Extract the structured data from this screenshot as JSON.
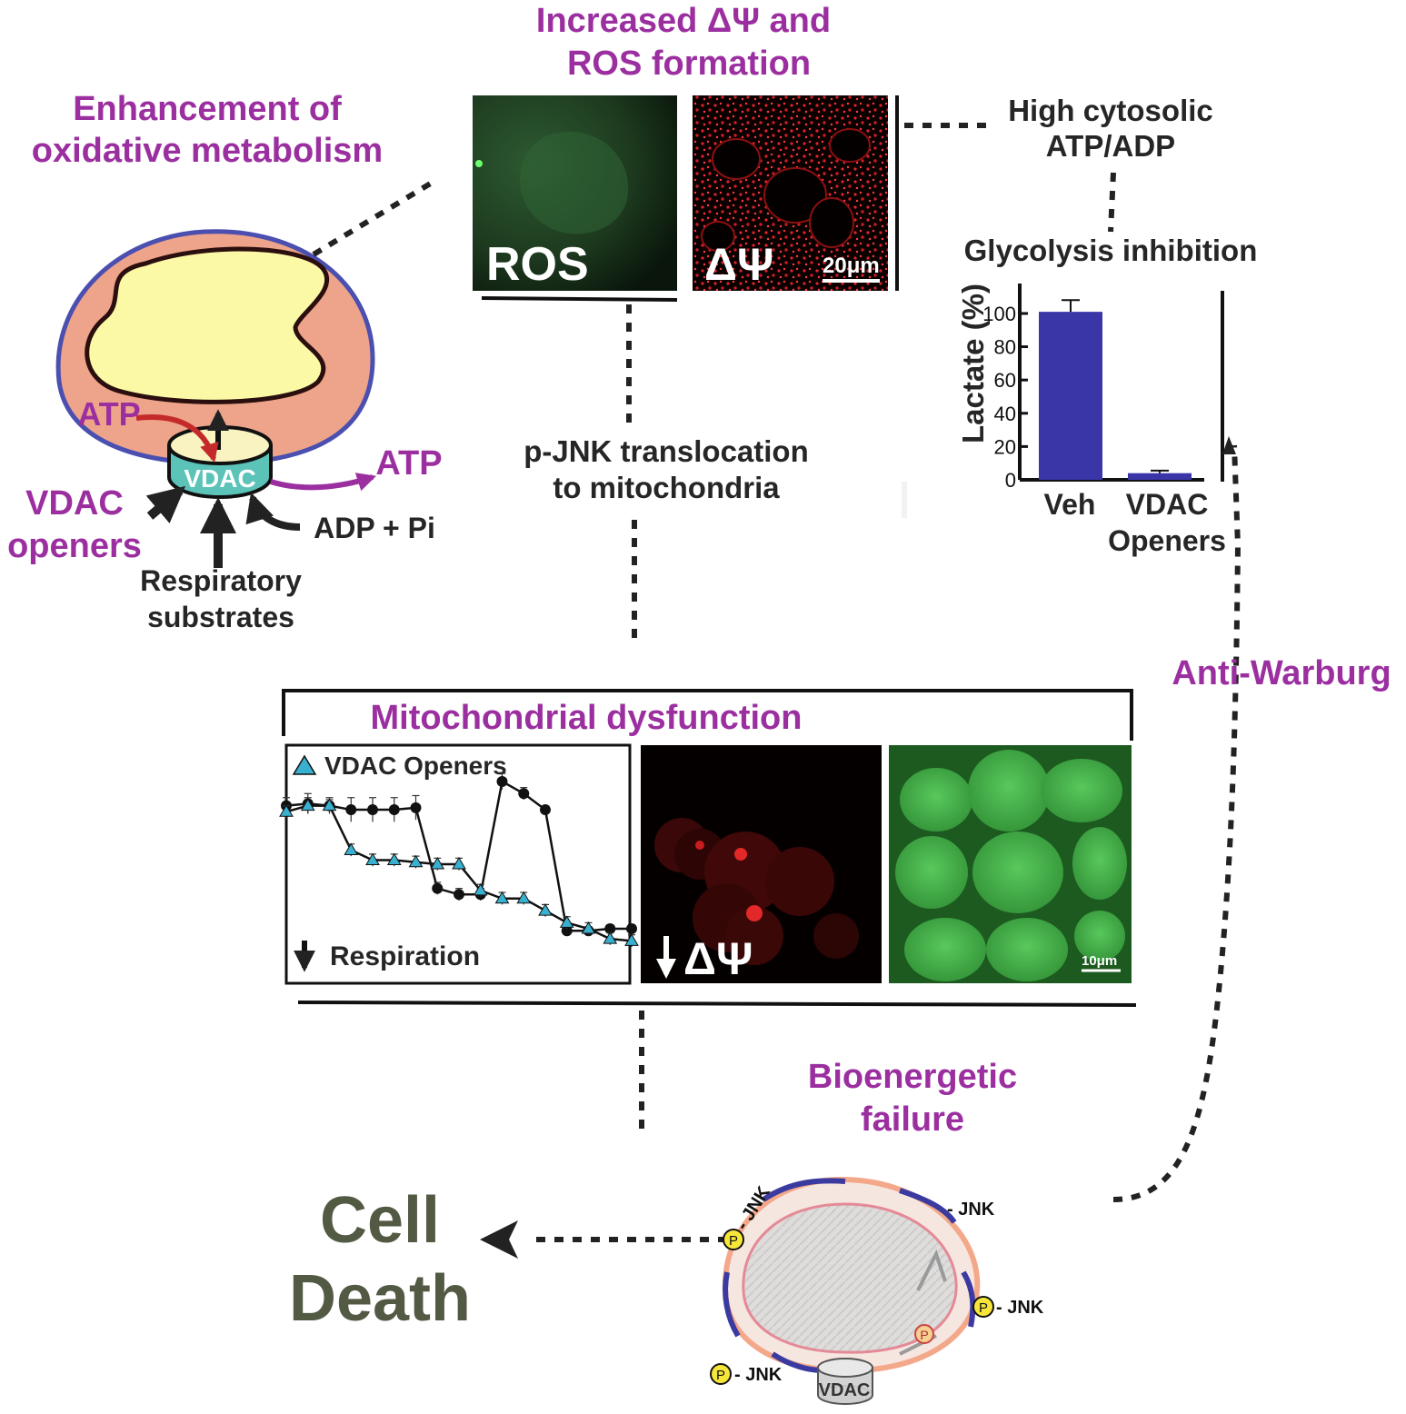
{
  "labels": {
    "enhancement": [
      "Enhancement of",
      "oxidative metabolism"
    ],
    "increased": [
      "Increased ΔΨ and",
      "ROS formation"
    ],
    "high_atp": [
      "High cytosolic",
      "ATP/ADP"
    ],
    "glycolysis": "Glycolysis  inhibition",
    "pjnk": [
      "p-JNK translocation",
      "to mitochondria"
    ],
    "anti_warburg": "Anti-Warburg",
    "mito_dysfunction": "Mitochondrial dysfunction",
    "bioenergetic": [
      "Bioenergetic",
      "failure"
    ],
    "cell_death": [
      "Cell",
      "Death"
    ],
    "atp_in": "ATP",
    "atp_out": "ATP",
    "vdac": "VDAC",
    "vdac_openers": [
      "VDAC",
      "openers"
    ],
    "adp_pi": "ADP + Pi",
    "respiratory": [
      "Respiratory",
      "substrates"
    ]
  },
  "micrographs": {
    "ros": "ROS",
    "dpsi": "ΔΨ",
    "scale_top": "20μm",
    "dpsi_down": "ΔΨ",
    "scale_bottom": "10μm"
  },
  "chart_data": [
    {
      "type": "bar",
      "categories": [
        "Veh",
        "VDAC Openers"
      ],
      "category_lines": [
        [
          "Veh"
        ],
        [
          "VDAC",
          "Openers"
        ]
      ],
      "values": [
        101,
        4
      ],
      "errors": [
        7,
        1.5
      ],
      "ylabel": "Lactate (%)",
      "yticks": [
        0,
        20,
        40,
        60,
        80,
        100
      ],
      "ylim": [
        0,
        118
      ],
      "color": "#3a36a8"
    },
    {
      "type": "line",
      "legend": "VDAC Openers",
      "ylabel_annotation": "Respiration",
      "series": [
        {
          "marker": "circle",
          "color": "#111111",
          "x": [
            0,
            1,
            2,
            3,
            4,
            5,
            6,
            7,
            8,
            9,
            10,
            11,
            12,
            13,
            14,
            15,
            16
          ],
          "y": [
            88,
            89,
            88,
            86,
            86,
            86,
            87,
            47,
            44,
            44,
            100,
            94,
            86,
            26,
            26,
            27,
            27
          ],
          "err": [
            4,
            5,
            4,
            6,
            6,
            6,
            6,
            3,
            3,
            3,
            4,
            3,
            0,
            2,
            2,
            2,
            2
          ]
        },
        {
          "name": "VDAC Openers",
          "marker": "triangle",
          "color": "#3ab0d0",
          "x": [
            0,
            1,
            2,
            3,
            4,
            5,
            6,
            7,
            8,
            9,
            10,
            11,
            12,
            13,
            14,
            15,
            16
          ],
          "y": [
            85,
            88,
            88,
            66,
            61,
            61,
            60,
            59,
            59,
            46,
            42,
            42,
            36,
            30,
            27,
            22,
            21
          ],
          "err": [
            3,
            4,
            3,
            3,
            3,
            3,
            3,
            3,
            3,
            3,
            3,
            3,
            3,
            3,
            3,
            3,
            3
          ]
        }
      ],
      "ylim": [
        0,
        118
      ]
    }
  ],
  "jnk": {
    "tag": "- JNK",
    "tag_rot": "- JNK",
    "p": "P"
  }
}
